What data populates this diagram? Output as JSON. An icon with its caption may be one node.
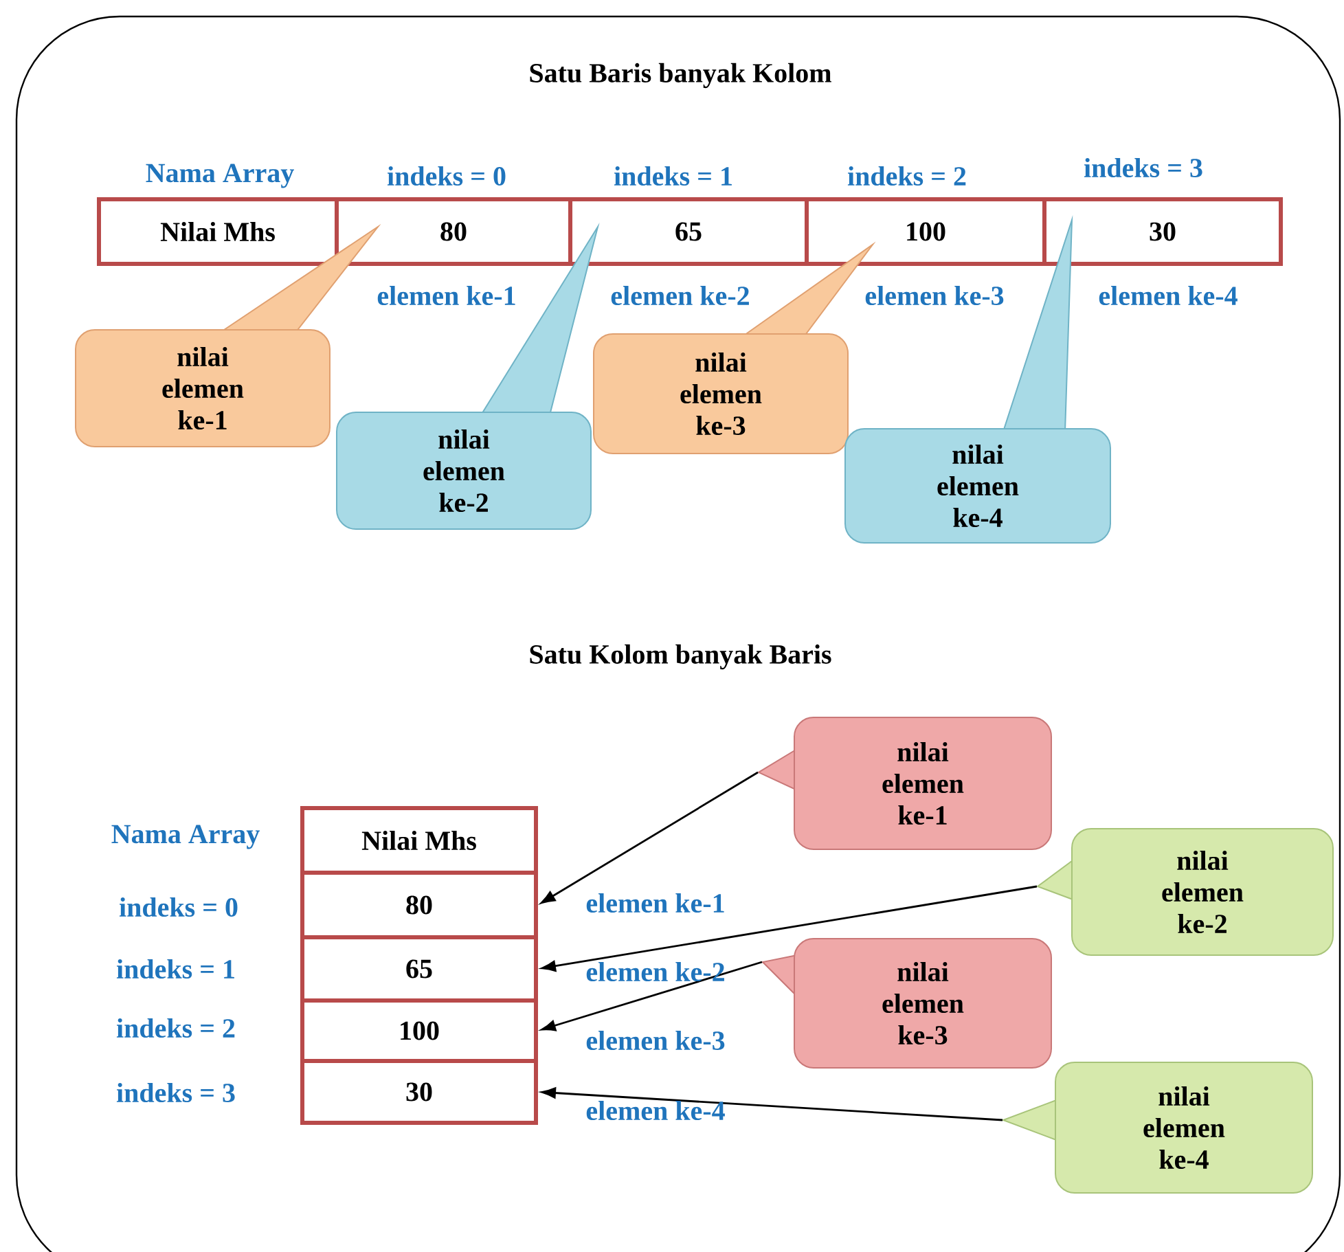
{
  "diagram": {
    "nodes": [
      {
        "text": [
          "Nilai Mhs"
        ]
      },
      {
        "text": [
          "80"
        ]
      },
      {
        "text": [
          "65"
        ]
      },
      {
        "text": [
          "100"
        ]
      },
      {
        "text": [
          "30"
        ]
      },
      {
        "text": [
          "nilai elemen ke-1"
        ]
      },
      {
        "text": [
          "nilai elemen ke-2"
        ]
      },
      {
        "text": [
          "nilai elemen ke-3"
        ]
      },
      {
        "text": [
          "nilai elemen ke-4"
        ]
      },
      {
        "text": [
          "Nilai Mhs"
        ]
      },
      {
        "text": [
          "80"
        ]
      },
      {
        "text": [
          "65"
        ]
      },
      {
        "text": [
          "100"
        ]
      },
      {
        "text": [
          "30"
        ]
      },
      {
        "text": [
          "nilai elemen ke-1"
        ]
      },
      {
        "text": [
          "nilai elemen ke-2"
        ]
      },
      {
        "text": [
          "nilai elemen ke-3"
        ]
      },
      {
        "text": [
          "nilai elemen ke-4"
        ]
      }
    ],
    "edges": [
      {
        "from": 14,
        "to": 10,
        "arrow": "to"
      },
      {
        "from": 15,
        "to": 11,
        "arrow": "to"
      },
      {
        "from": 16,
        "to": 12,
        "arrow": "to"
      },
      {
        "from": 17,
        "to": 13,
        "arrow": "to"
      }
    ],
    "labels": [
      "Satu Baris banyak Kolom",
      "Nama Array",
      "indeks = 0",
      "indeks = 1",
      "indeks = 2",
      "indeks = 3",
      "elemen ke-1",
      "elemen ke-2",
      "elemen ke-3",
      "elemen ke-4",
      "Satu Kolom banyak Baris",
      "Nama Array",
      "indeks = 0",
      "elemen ke-1",
      "indeks = 1",
      "elemen ke-2",
      "indeks = 2",
      "elemen ke-3",
      "indeks = 3",
      "elemen ke-4"
    ]
  }
}
